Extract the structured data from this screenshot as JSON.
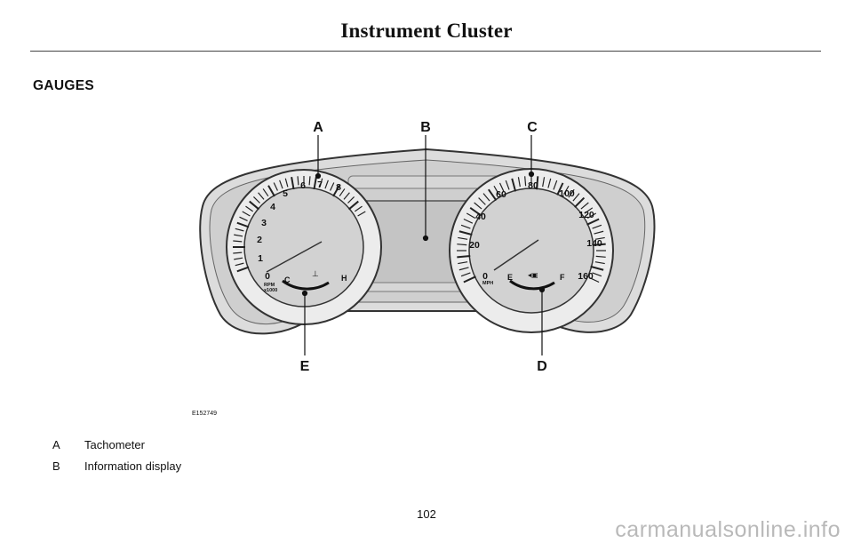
{
  "page": {
    "header_title": "Instrument Cluster",
    "section_heading": "GAUGES",
    "page_number": "102",
    "watermark": "carmanualsonline.info"
  },
  "figure": {
    "callouts": {
      "a": "A",
      "b": "B",
      "c": "C",
      "d": "D",
      "e": "E"
    },
    "image_code": "E152749",
    "tachometer": {
      "numbers": [
        "0",
        "1",
        "2",
        "3",
        "4",
        "5",
        "6",
        "7",
        "8"
      ],
      "unit_line1": "RPM",
      "unit_line2": "x1000",
      "temp_cold": "C",
      "temp_hot": "H"
    },
    "speedometer": {
      "numbers": [
        "0",
        "20",
        "40",
        "60",
        "80",
        "100",
        "120",
        "140",
        "160"
      ],
      "unit": "MPH",
      "fuel_empty": "E",
      "fuel_full": "F"
    }
  },
  "legend": [
    {
      "letter": "A",
      "text": "Tachometer"
    },
    {
      "letter": "B",
      "text": "Information display"
    }
  ]
}
